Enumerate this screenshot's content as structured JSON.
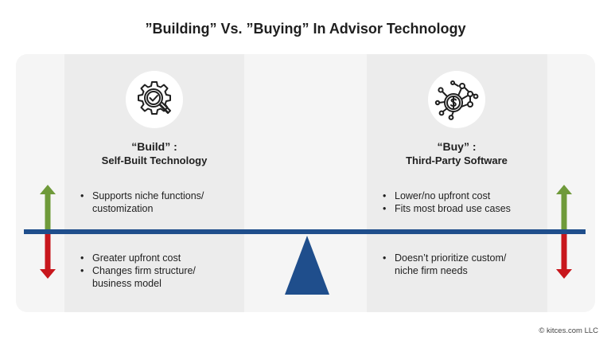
{
  "title": "”Building” Vs. ”Buying” In Advisor Technology",
  "left": {
    "heading": "“Build” :",
    "subheading": "Self-Built Technology",
    "icon": "gear-with-magnifier-check-icon",
    "pros": [
      "Supports niche functions/",
      "customization"
    ],
    "cons": [
      "Greater upfront cost",
      "Changes firm structure/",
      "business model"
    ]
  },
  "right": {
    "heading": "“Buy” :",
    "subheading": "Third-Party Software",
    "icon": "dollar-coin-network-icon",
    "pros": [
      "Lower/no upfront cost",
      "Fits most broad use cases"
    ],
    "cons": [
      "Doesn’t prioritize custom/",
      "niche firm needs"
    ]
  },
  "colors": {
    "beam": "#1f4e8c",
    "fulcrum": "#1f4e8c",
    "up_arrow": "#6f9a3a",
    "down_arrow": "#c8171d"
  },
  "copyright": "© kitces.com LLC"
}
